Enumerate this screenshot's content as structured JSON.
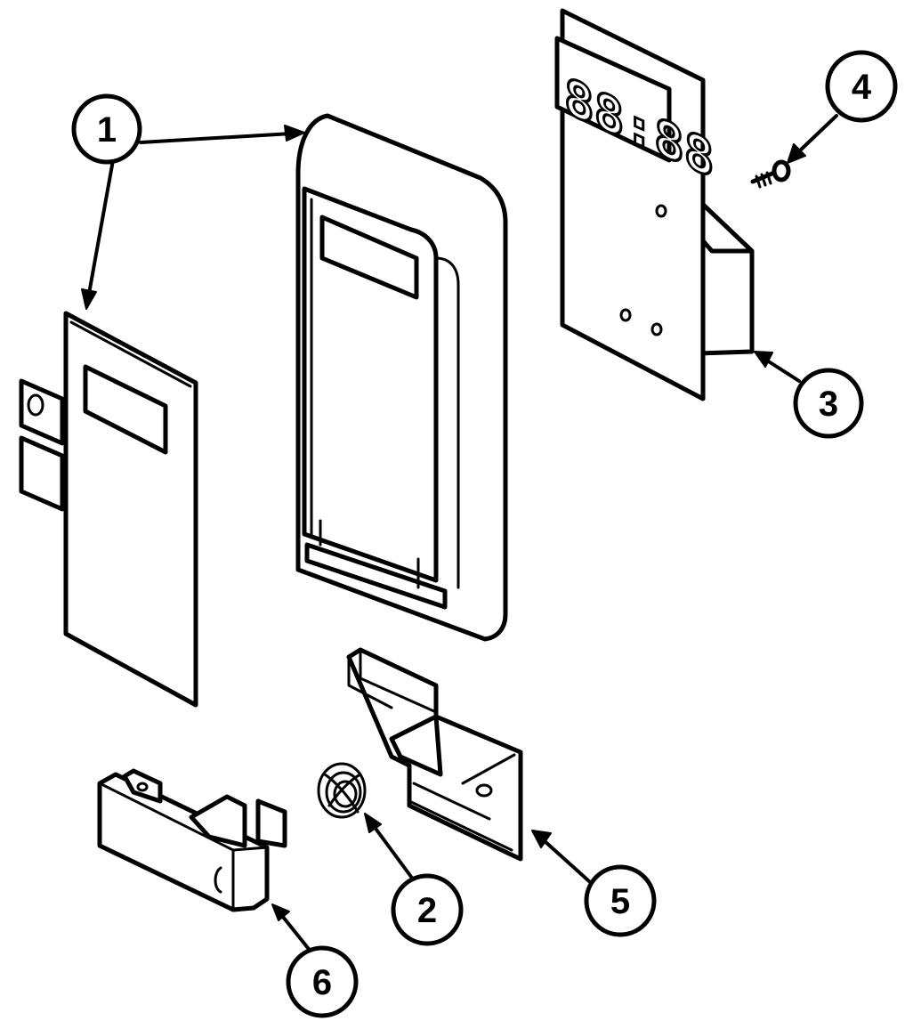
{
  "callouts": [
    {
      "id": "1",
      "label": "1"
    },
    {
      "id": "2",
      "label": "2"
    },
    {
      "id": "3",
      "label": "3"
    },
    {
      "id": "4",
      "label": "4"
    },
    {
      "id": "5",
      "label": "5"
    },
    {
      "id": "6",
      "label": "6"
    }
  ],
  "display_readout": "88:88",
  "colors": {
    "line": "#000000",
    "background": "#ffffff"
  }
}
